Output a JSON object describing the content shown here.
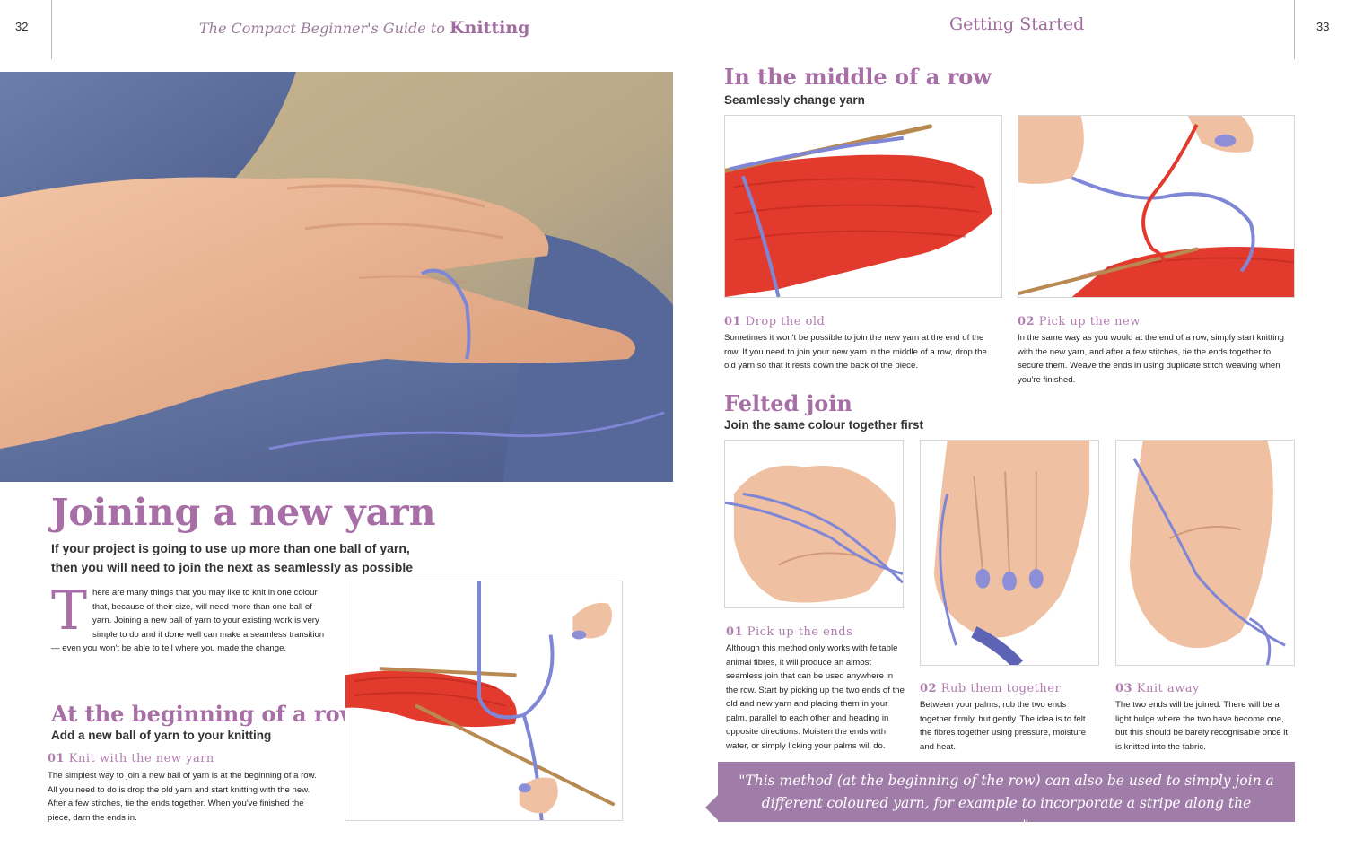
{
  "header": {
    "left_page_number": "32",
    "right_page_number": "33",
    "book_title_prefix": "The Compact Beginner's Guide to",
    "book_title_strong": "Knitting",
    "section": "Getting Started"
  },
  "main": {
    "title": "Joining a new yarn",
    "standfirst_line1": "If your project is going to use up more than one ball of yarn,",
    "standfirst_line2": "then you will need to join the next as seamlessly as possible",
    "intro_dropcap": "T",
    "intro_rest": "here are many things that you may like to knit in one colour that, because of their size, will need more than one ball of yarn. Joining a new ball of yarn to your existing work is very simple to do and if done well can make a seamless transition — even you won't be able to tell where you made the change."
  },
  "beginning": {
    "heading": "At the beginning of a row",
    "subheading": "Add a new ball of yarn to your knitting",
    "step_num": "01",
    "step_title": "Knit with the new yarn",
    "step_text": "The simplest way to join a new ball of yarn is at the beginning of a row. All you need to do is drop the old yarn and start knitting with the new. After a few stitches, tie the ends together. When you've finished the piece, darn the ends in."
  },
  "middle": {
    "heading": "In the middle of a row",
    "subheading": "Seamlessly change yarn",
    "steps": [
      {
        "num": "01",
        "title": "Drop the old",
        "text": "Sometimes it won't be possible to join the new yarn at the end of the row. If you need to join your new yarn in the middle of a row, drop the old yarn so that it rests down the back of the piece."
      },
      {
        "num": "02",
        "title": "Pick up the new",
        "text": "In the same way as you would at the end of a row, simply start knitting with the new yarn, and after a few stitches, tie the ends together to secure them. Weave the ends in using duplicate stitch weaving when you're finished."
      }
    ]
  },
  "felted": {
    "heading": "Felted join",
    "subheading": "Join the same colour together first",
    "steps": [
      {
        "num": "01",
        "title": "Pick up the ends",
        "text": "Although this method only works with feltable animal fibres, it will produce an almost seamless join that can be used anywhere in the row. Start by picking up the two ends of the old and new yarn and placing them in your palm, parallel to each other and heading in opposite directions. Moisten the ends with water, or simply licking your palms will do."
      },
      {
        "num": "02",
        "title": "Rub them together",
        "text": "Between your palms, rub the two ends together firmly, but gently. The idea is to felt the fibres together using pressure, moisture and heat."
      },
      {
        "num": "03",
        "title": "Knit away",
        "text": "The two ends will be joined. There will be a light bulge where the two have become one, but this should be barely recognisable once it is knitted into the fabric."
      }
    ]
  },
  "quote": {
    "line1": "\"This method (at the beginning of the row) can also be used to simply join a",
    "line2": "different coloured yarn, for example to incorporate a stripe along the rows.\""
  },
  "colors": {
    "accent": "#a86ea6",
    "quote_band": "#a07ca8",
    "red_yarn": "#e23b2e",
    "blue_yarn": "#7f86d6",
    "skin": "#e9b594",
    "denim": "#5d6e9e"
  }
}
